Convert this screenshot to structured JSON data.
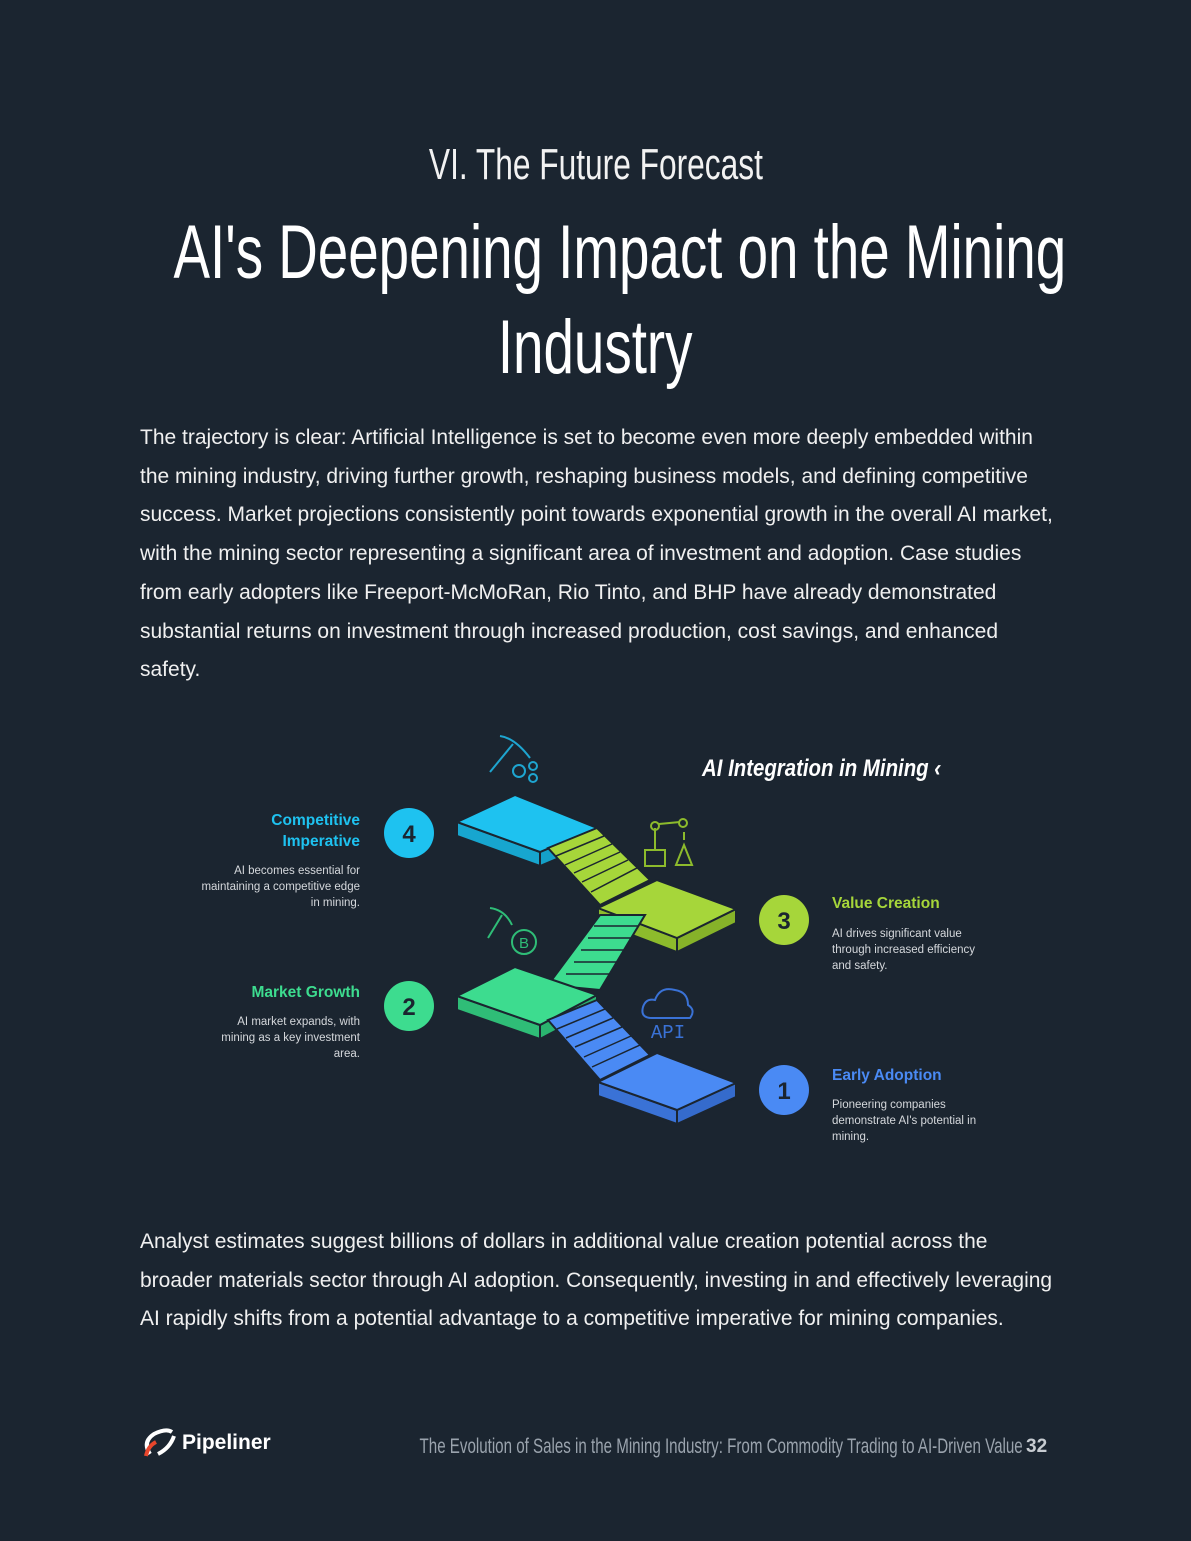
{
  "header": {
    "section": "VI. The Future Forecast",
    "title_line1": "AI's Deepening Impact on the Mining",
    "title_line2": "Industry"
  },
  "intro": "The trajectory is clear: Artificial Intelligence is set to become even more deeply embedded within the mining industry, driving further growth, reshaping business models, and defining competitive success. Market projections consistently point towards exponential growth in the overall AI market, with the mining sector representing a significant area of investment and adoption. Case studies from early adopters like Freeport-McMoRan, Rio Tinto, and BHP have already demonstrated substantial returns on investment through increased production, cost savings, and enhanced safety.",
  "infographic": {
    "title": "AI Integration in Mining ‹",
    "steps": [
      {
        "number": "1",
        "title": "Early Adoption",
        "description": "Pioneering companies demonstrate AI's potential in mining.",
        "color": "#4a8af4",
        "icon": "cloud-api-icon",
        "icon_text": "API"
      },
      {
        "number": "2",
        "title": "Market Growth",
        "description": "AI market expands, with mining as a key investment area.",
        "color": "#3ddc8f",
        "icon": "pickaxe-bitcoin-icon",
        "icon_text": "B"
      },
      {
        "number": "3",
        "title": "Value Creation",
        "description": "AI drives significant value through increased efficiency and safety.",
        "color": "#a6d63a",
        "icon": "robot-arm-icon"
      },
      {
        "number": "4",
        "title": "Competitive Imperative",
        "description": "AI becomes essential for maintaining a competitive edge in mining.",
        "color": "#1ec2f0",
        "icon": "pickaxe-ore-icon"
      }
    ]
  },
  "closing": "Analyst estimates suggest billions of dollars in additional value creation potential across the broader materials sector through AI adoption. Consequently, investing in and effectively leveraging AI rapidly shifts from a potential advantage to a competitive imperative for mining companies.",
  "footer": {
    "logo": "Pipeliner",
    "document_title": "The Evolution of Sales in the Mining Industry: From Commodity Trading to AI-Driven Value",
    "page_number": "32"
  }
}
